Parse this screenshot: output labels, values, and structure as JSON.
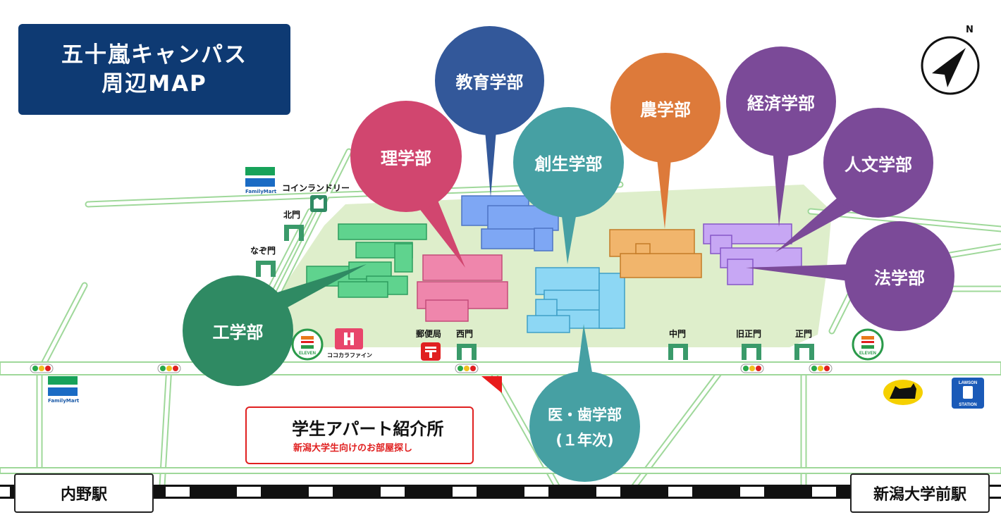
{
  "map_title": {
    "line1": "五十嵐キャンパス",
    "line2": "周辺MAP"
  },
  "faculties": {
    "kyoiku": "教育学部",
    "rigaku": "理学部",
    "sosei": "創生学部",
    "nogaku": "農学部",
    "keizai": "経済学部",
    "jinbun": "人文学部",
    "hogaku": "法学部",
    "kogaku": "工学部",
    "ishi_line1": "医・歯学部",
    "ishi_line2": "(１年次)"
  },
  "gates": {
    "north": "北門",
    "nazo": "なぞ門",
    "west": "西門",
    "middle": "中門",
    "old_main": "旧正門",
    "main": "正門"
  },
  "places": {
    "laundry": "コインランドリー",
    "post_office": "郵便局",
    "cocokara": "ココカラファイン",
    "familymart": "FamilyMart",
    "seven_eleven": "ELEVEN",
    "lawson_top": "LAWSON",
    "lawson_bottom": "STATION"
  },
  "stations": {
    "left": "内野駅",
    "right": "新潟大学前駅"
  },
  "agency": {
    "title": "学生アパート紹介所",
    "subtitle": "新潟大学生向けのお部屋探し"
  },
  "compass_mark": "N",
  "colors": {
    "title_bg": "#0e3a73",
    "campus": "#deeecb",
    "road": "#9fd89a",
    "kogaku": "#2f8a63",
    "rigaku": "#d1466f",
    "kyoiku": "#33589a",
    "sosei_ishi": "#46a0a3",
    "nogaku": "#dd7a3a",
    "purple": "#7b4a98"
  }
}
